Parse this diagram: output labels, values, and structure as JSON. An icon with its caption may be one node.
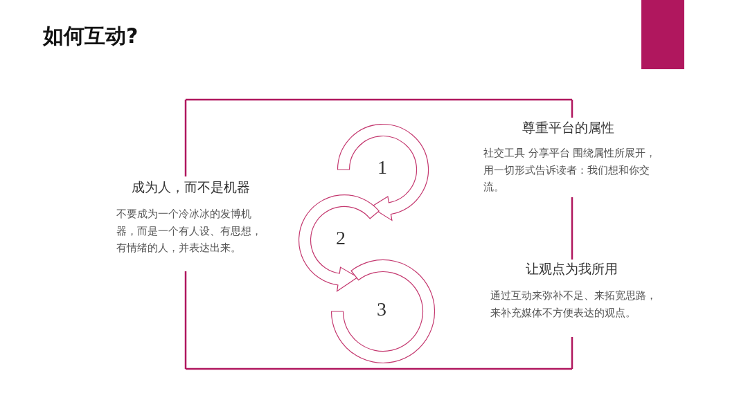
{
  "diagram": {
    "title": "如何互动?",
    "labels": [
      "尊重平台的属性",
      "社交工具 分享平台 围绕属性所展开，用一切形式告诉读者：我们想和你交流。",
      "1",
      "成为人，而不是机器",
      "不要成为一个冷冰冰的发博机器，而是一个有人设、有思想，有情绪的人，并表达出来。",
      "2",
      "让观点为我所用",
      "通过互动来弥补不足、来拓宽思路，来补充媒体不方便表达的观点。",
      "3"
    ]
  }
}
